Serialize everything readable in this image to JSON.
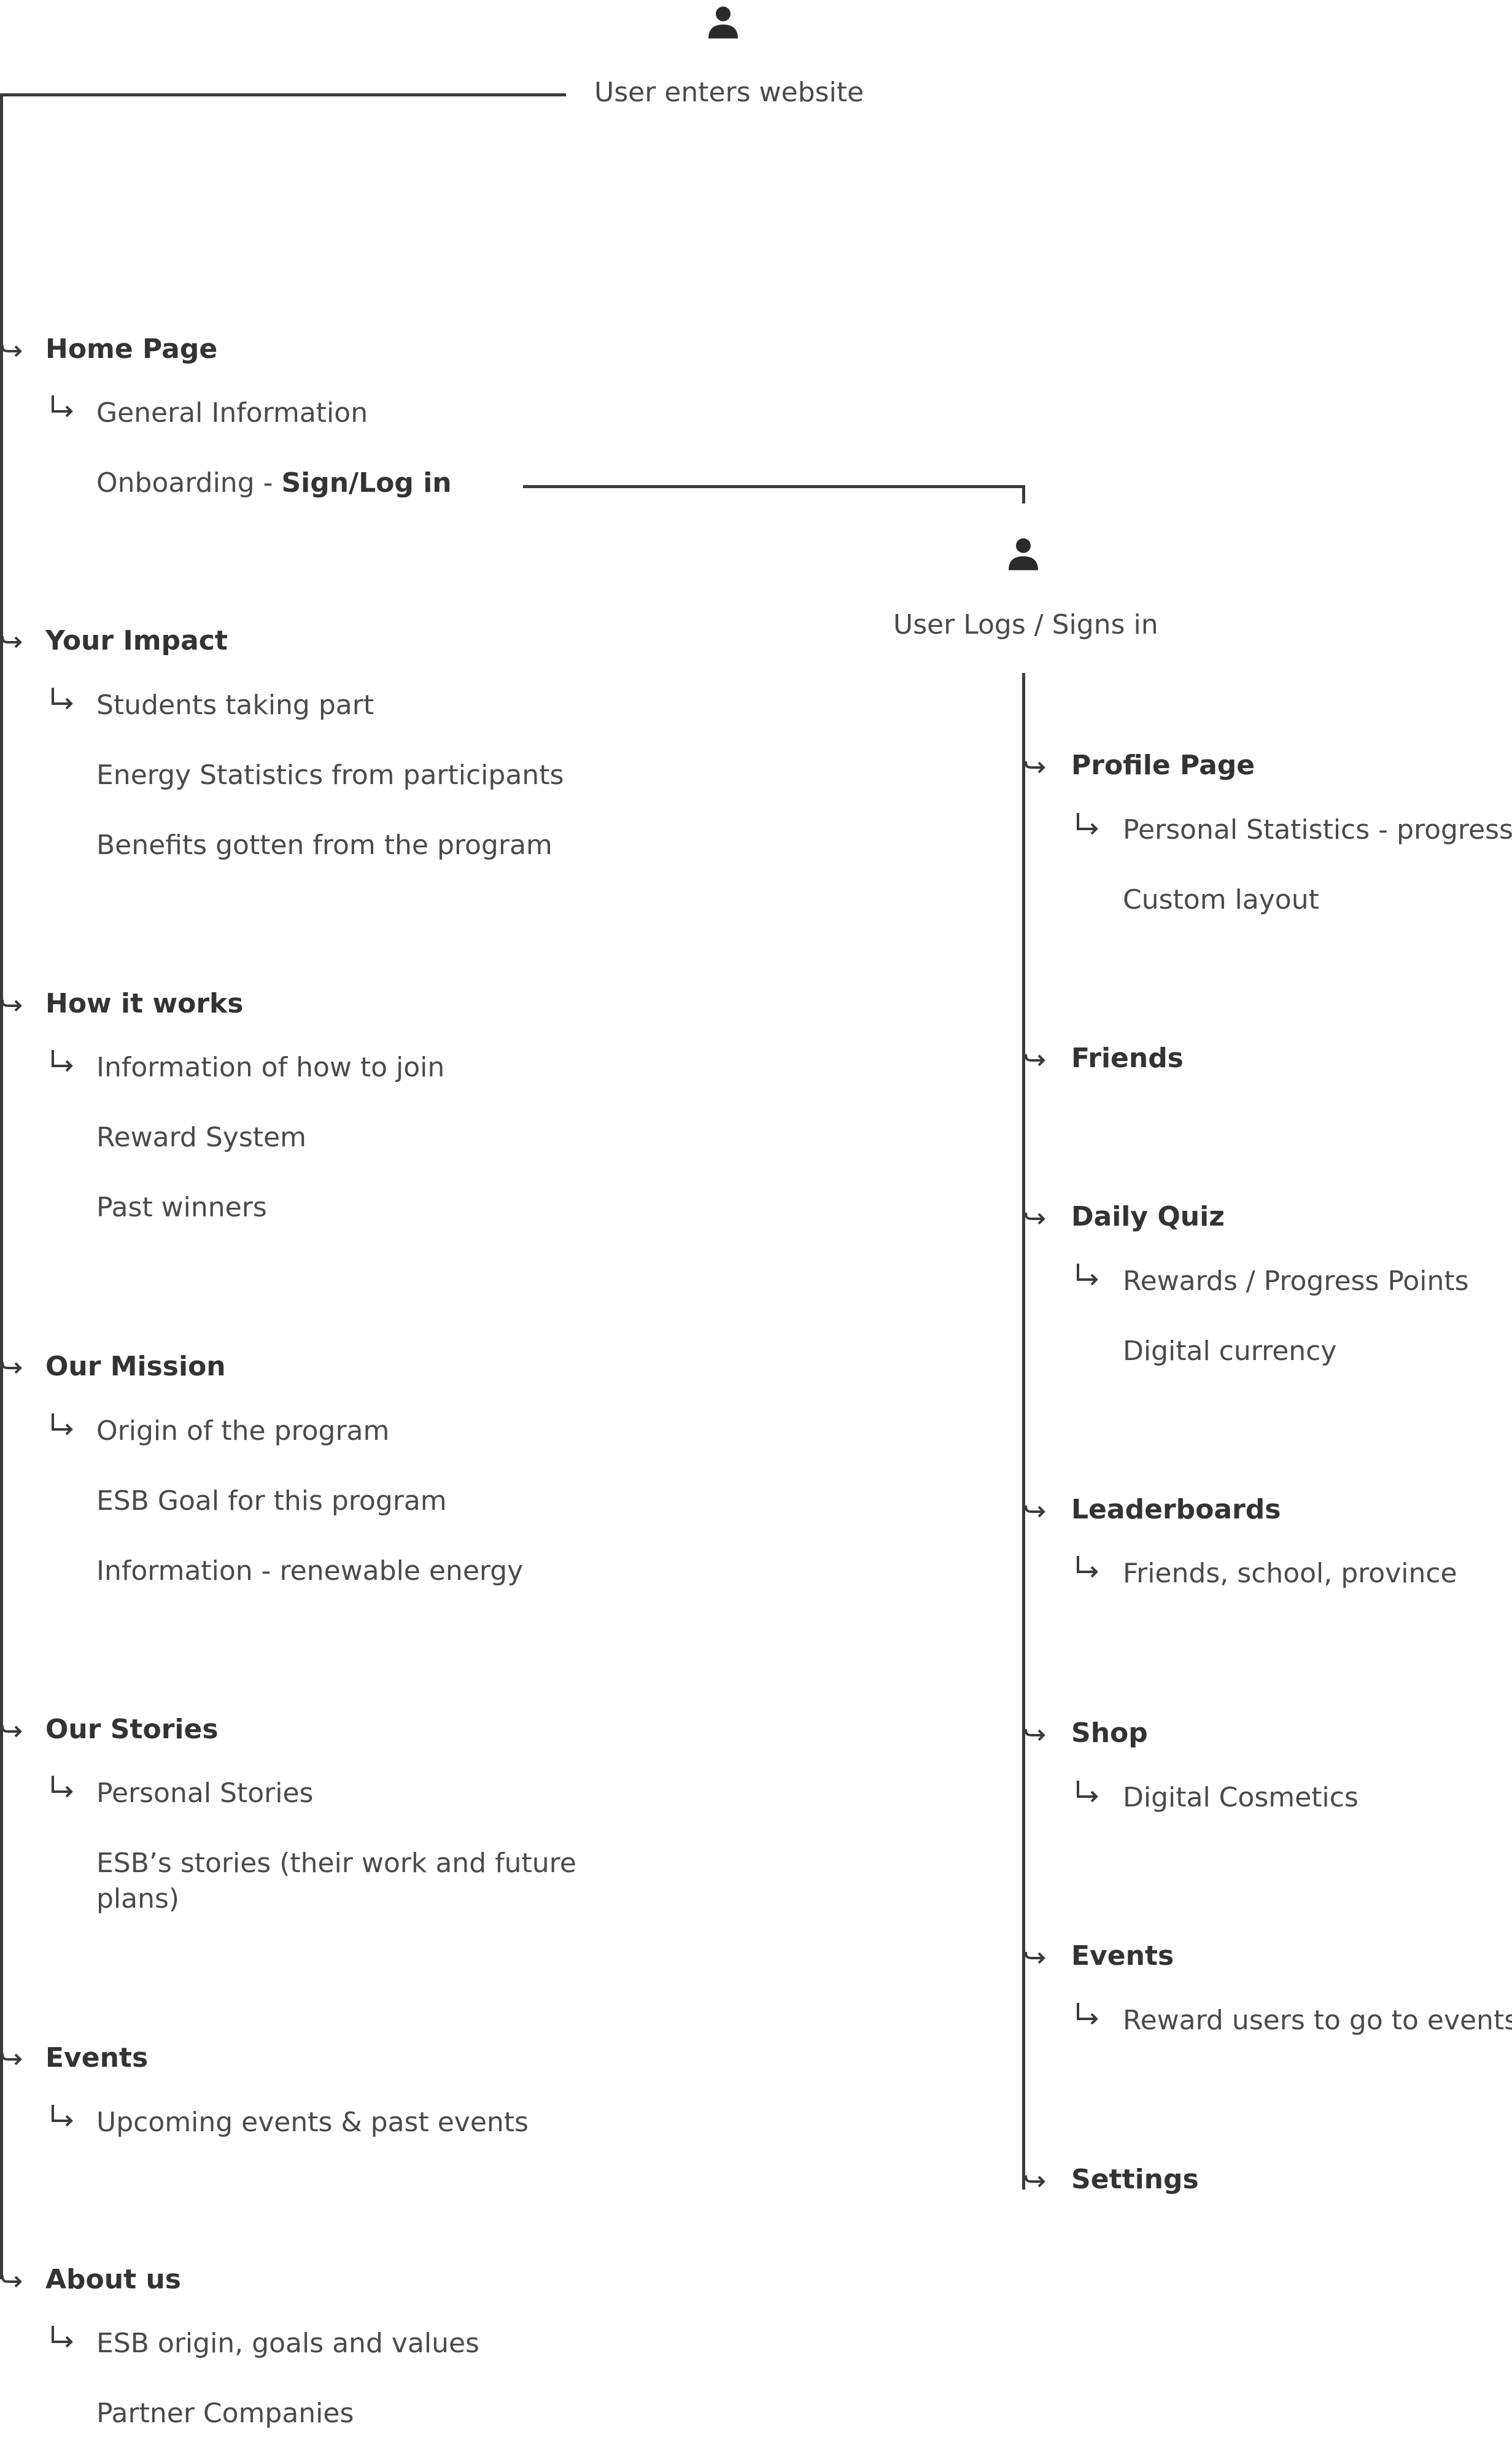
{
  "start_label": "User enters website",
  "onboarding": {
    "prefix": "Onboarding - ",
    "action": "Sign/Log in"
  },
  "login_label": "User Logs / Signs in",
  "left_sections": [
    {
      "title": "Home Page",
      "items": [
        "General Information"
      ]
    },
    {
      "title": "Your Impact",
      "items": [
        "Students taking part",
        "Energy Statistics from participants",
        "Benefits gotten from the program"
      ]
    },
    {
      "title": "How it works",
      "items": [
        "Information of how to join",
        "Reward System",
        "Past winners"
      ]
    },
    {
      "title": "Our Mission",
      "items": [
        "Origin of the program",
        "ESB Goal for this program",
        "Information - renewable energy"
      ]
    },
    {
      "title": "Our Stories",
      "items": [
        "Personal Stories",
        "ESB’s stories (their work and future",
        "plans)"
      ]
    },
    {
      "title": "Events",
      "items": [
        "Upcoming events & past events"
      ]
    },
    {
      "title": "About us",
      "items": [
        "ESB origin, goals and values",
        "Partner Companies"
      ]
    }
  ],
  "right_sections": [
    {
      "title": "Profile Page",
      "items": [
        "Personal Statistics - progress",
        "Custom layout"
      ]
    },
    {
      "title": "Friends",
      "items": []
    },
    {
      "title": "Daily Quiz",
      "items": [
        "Rewards / Progress Points",
        "Digital currency"
      ]
    },
    {
      "title": "Leaderboards",
      "items": [
        "Friends, school, province"
      ]
    },
    {
      "title": "Shop",
      "items": [
        "Digital Cosmetics"
      ]
    },
    {
      "title": "Events",
      "items": [
        "Reward users to go to events"
      ]
    },
    {
      "title": "Settings",
      "items": []
    }
  ]
}
